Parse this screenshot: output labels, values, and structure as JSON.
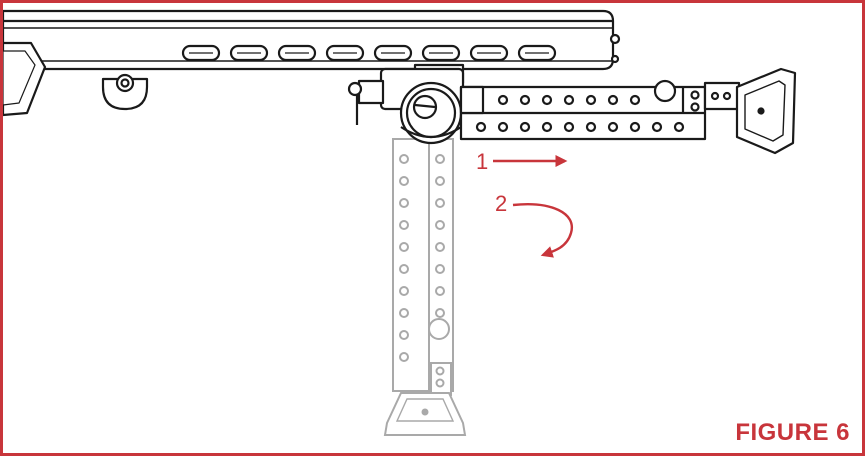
{
  "figure": {
    "label": "FIGURE 6",
    "border_color": "#c8353b",
    "accent_color": "#c8353b",
    "line_color": "#1a1a1a",
    "ghost_color": "#a9a9a9"
  },
  "steps": [
    {
      "number": "1",
      "icon": "arrow-right-icon"
    },
    {
      "number": "2",
      "icon": "curved-arrow-icon"
    }
  ],
  "parts": {
    "rifle": "rifle-barrel-illustration",
    "bipod_folded": "bipod-leg-folded",
    "bipod_deployed": "bipod-leg-deployed"
  }
}
